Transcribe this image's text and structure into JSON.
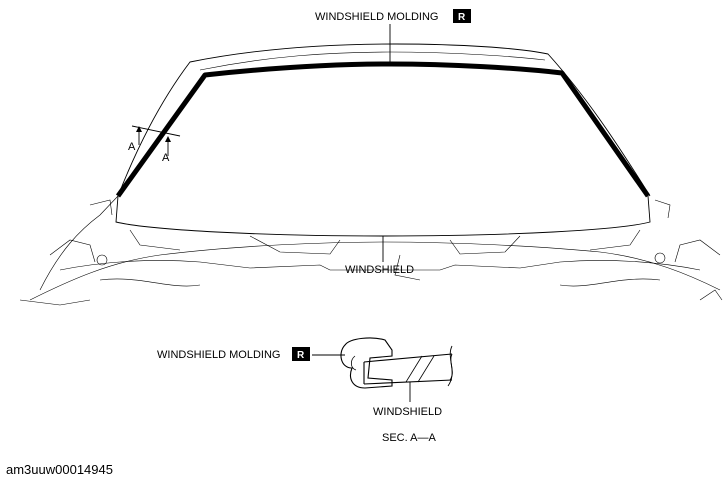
{
  "labels": {
    "molding_top": "WINDSHIELD MOLDING",
    "windshield_top": "WINDSHIELD",
    "section_a_left": "A",
    "section_a_right": "A",
    "molding_section": "WINDSHIELD MOLDING",
    "windshield_section": "WINDSHIELD",
    "section_title": "SEC. A—A",
    "badge": "R"
  },
  "figure_code": "am3uuw00014945"
}
